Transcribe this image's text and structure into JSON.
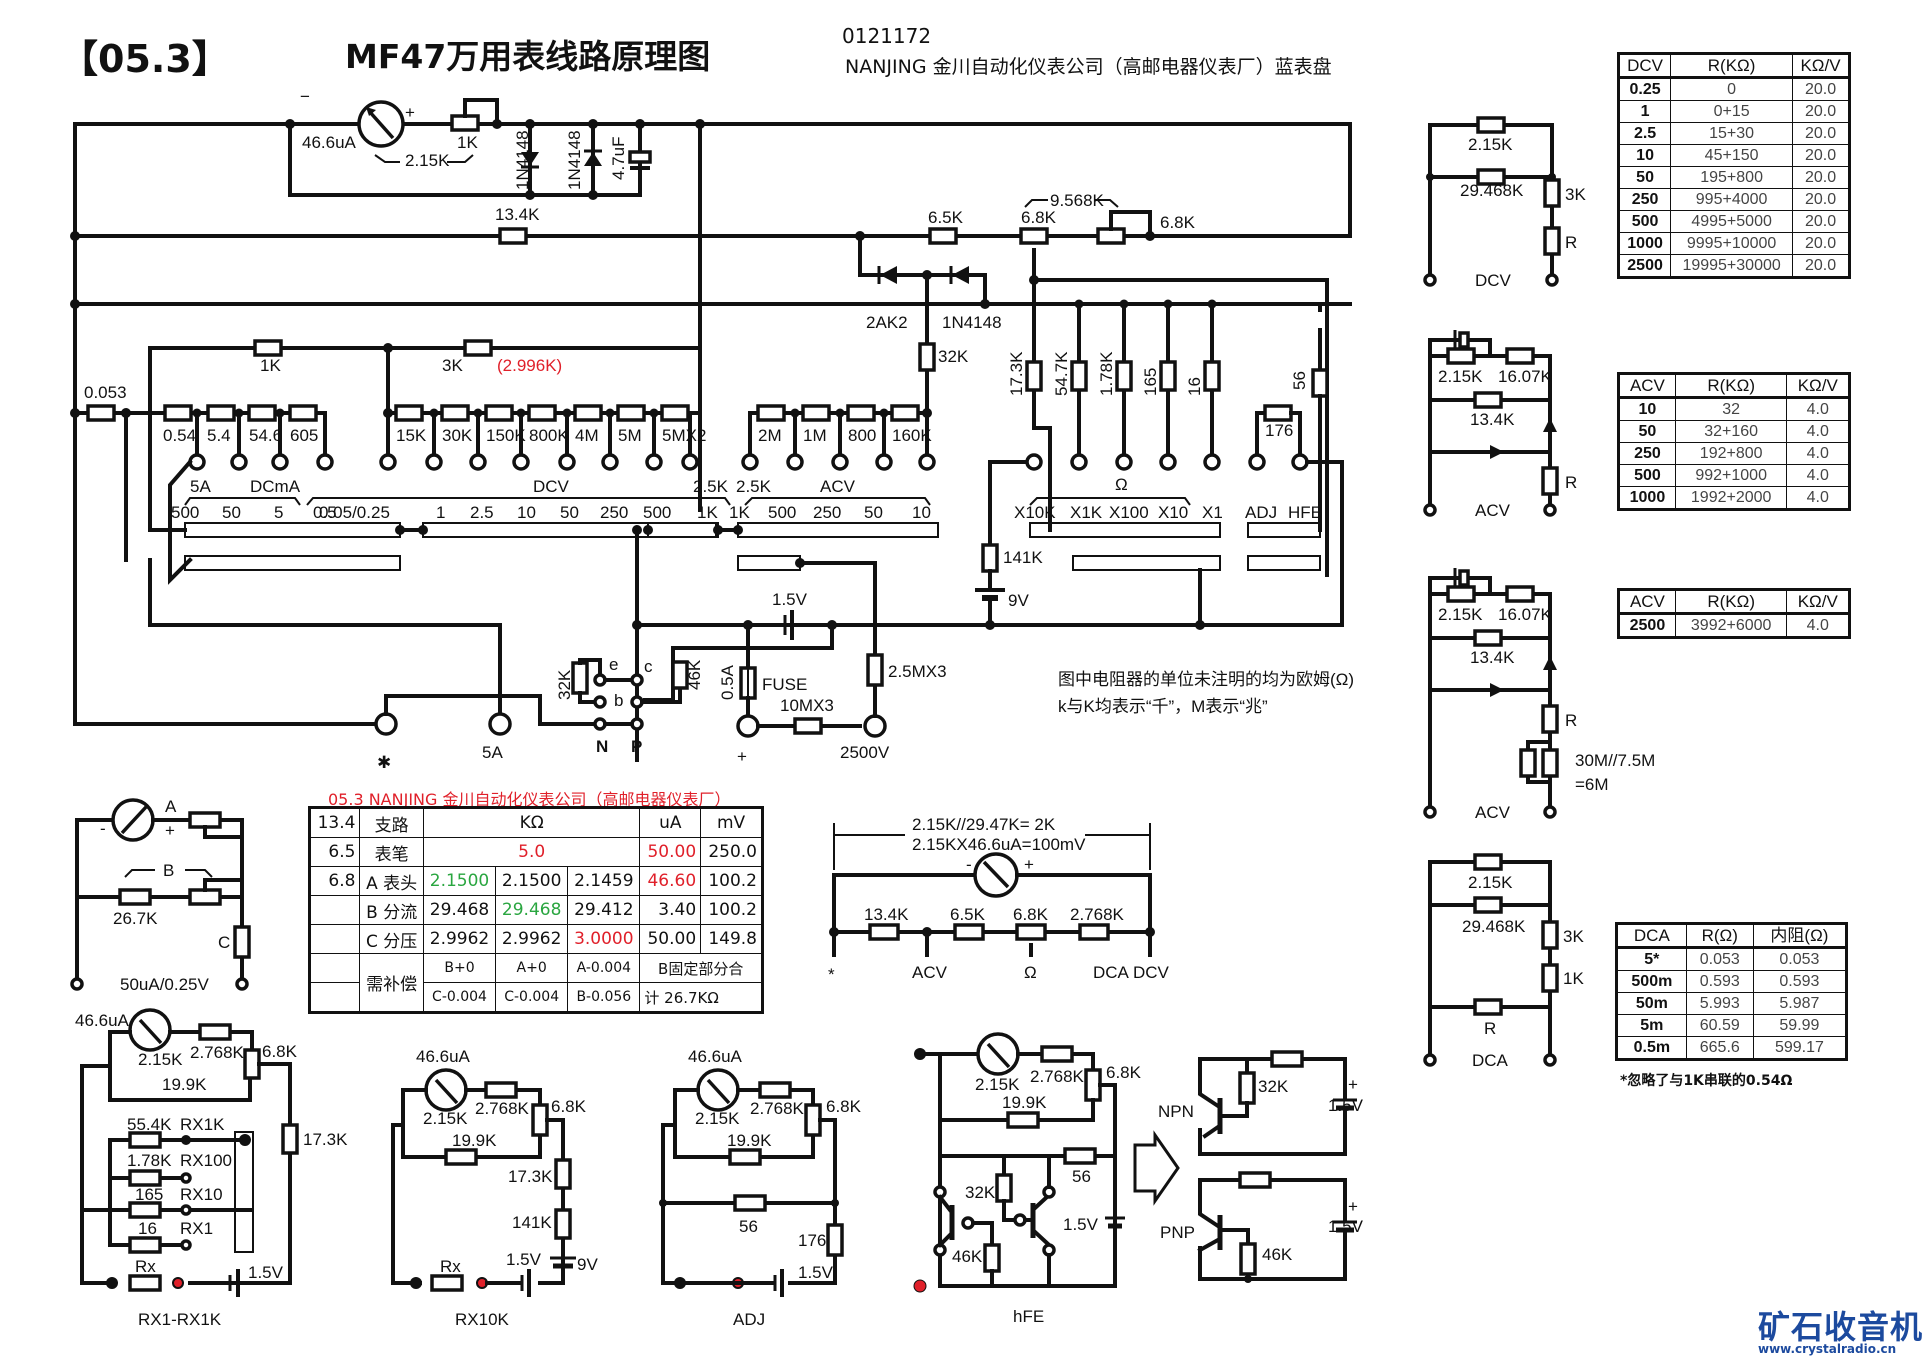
{
  "header": {
    "code": "【05.3】",
    "title": "MF47万用表线路原理图",
    "serial": "0121172",
    "subtitle": "NANJING 金川自动化仪表公司（高邮电器仪表厂）蓝表盘"
  },
  "main_schematic": {
    "meter": {
      "current": "46.6uA",
      "minus": "−",
      "plus": "+",
      "internal": "2.15K"
    },
    "components": {
      "pot_1k": "1K",
      "diode1": "1N4148",
      "diode2": "1N4148",
      "cap": "4.7uF",
      "r_13_4k": "13.4K",
      "r_6_5k": "6.5K",
      "pot_6_8k_a": "6.8K",
      "pot_6_8k_b": "6.8K",
      "pot_span": "9.568K",
      "d_2ak2": "2AK2",
      "d_1n4148": "1N4148",
      "r_32k": "32K",
      "r_1k": "1K",
      "r_3k": "3K",
      "r_3k_note": "(2.996K)",
      "r_0_053": "0.053",
      "shunts": [
        "0.54",
        "5.4",
        "54.6",
        "605"
      ],
      "dcv_res": [
        "15K",
        "30K",
        "150K",
        "800K",
        "4M",
        "5M",
        "5MX2"
      ],
      "acv_res": [
        "2M",
        "1M",
        "800",
        "160K"
      ],
      "ohm_res": [
        "17.3K",
        "54.7K",
        "1.78K",
        "165",
        "16"
      ],
      "r_56": "56",
      "r_176": "176",
      "r_141k": "141K",
      "bat_9v": "9V",
      "bat_1_5v": "1.5V",
      "r_32k_hfe": "32K",
      "r_46k_hfe": "46K",
      "fuse_rating": "0.5A",
      "fuse": "FUSE",
      "r_10mx3": "10MX3",
      "r_2_5mx3": "2.5MX3"
    },
    "switch": {
      "group_labels": {
        "dcma": "DCmA",
        "dcv": "DCV",
        "acv": "ACV",
        "ohm": "Ω",
        "a5": "5A",
        "k25a": "2.5K",
        "k25b": "2.5K"
      },
      "positions": [
        "500",
        "50",
        "5",
        "0.5",
        "0.05/0.25",
        "1",
        "2.5",
        "10",
        "50",
        "250",
        "500",
        "1K",
        "1K",
        "500",
        "250",
        "50",
        "10",
        "X10K",
        "X1K",
        "X100",
        "X10",
        "X1",
        "ADJ",
        "HFE"
      ]
    },
    "terminals": {
      "com": "✱",
      "a5": "5A",
      "n": "N",
      "p": "P",
      "plus": "+",
      "v2500": "2500V",
      "e": "e",
      "c": "c",
      "b": "b"
    },
    "note_line1": "图中电阻器的单位未注明的均为欧姆(Ω)",
    "note_line2": "k与K均表示“千”，M表示“兆”"
  },
  "dcv_table": {
    "headers": [
      "DCV",
      "R(KΩ)",
      "KΩ/V"
    ],
    "rows": [
      [
        "0.25",
        "0",
        "20.0"
      ],
      [
        "1",
        "0+15",
        "20.0"
      ],
      [
        "2.5",
        "15+30",
        "20.0"
      ],
      [
        "10",
        "45+150",
        "20.0"
      ],
      [
        "50",
        "195+800",
        "20.0"
      ],
      [
        "250",
        "995+4000",
        "20.0"
      ],
      [
        "500",
        "4995+5000",
        "20.0"
      ],
      [
        "1000",
        "9995+10000",
        "20.0"
      ],
      [
        "2500",
        "19995+30000",
        "20.0"
      ]
    ]
  },
  "acv_table": {
    "headers": [
      "ACV",
      "R(KΩ)",
      "KΩ/V"
    ],
    "rows": [
      [
        "10",
        "32",
        "4.0"
      ],
      [
        "50",
        "32+160",
        "4.0"
      ],
      [
        "250",
        "192+800",
        "4.0"
      ],
      [
        "500",
        "992+1000",
        "4.0"
      ],
      [
        "1000",
        "1992+2000",
        "4.0"
      ]
    ]
  },
  "acv2500_table": {
    "headers": [
      "ACV",
      "R(KΩ)",
      "KΩ/V"
    ],
    "rows": [
      [
        "2500",
        "3992+6000",
        "4.0"
      ]
    ]
  },
  "dca_table": {
    "headers": [
      "DCA",
      "R(Ω)",
      "内阻(Ω)"
    ],
    "rows": [
      [
        "5*",
        "0.053",
        "0.053"
      ],
      [
        "500m",
        "0.593",
        "0.593"
      ],
      [
        "50m",
        "5.993",
        "5.987"
      ],
      [
        "5m",
        "60.59",
        "59.99"
      ],
      [
        "0.5m",
        "665.6",
        "599.17"
      ]
    ],
    "footnote": "*忽略了与1K串联的0.54Ω"
  },
  "side_circuits": {
    "dcv": {
      "r1": "2.15K",
      "r2": "29.468K",
      "r3": "3K",
      "r4": "R",
      "label": "DCV"
    },
    "acv": {
      "r1": "2.15K",
      "r2": "16.07K",
      "r3": "13.4K",
      "r4": "R",
      "label": "ACV"
    },
    "acv2500": {
      "r1": "2.15K",
      "r2": "16.07K",
      "r3": "13.4K",
      "r4": "R",
      "note1": "30M//7.5M",
      "note2": "=6M",
      "label": "ACV"
    },
    "dca": {
      "r1": "2.15K",
      "r2": "29.468K",
      "r3": "3K",
      "r4": "1K",
      "r5": "R",
      "label": "DCA"
    }
  },
  "calibration": {
    "title": "05.3  NANJING 金川自动化仪表公司（高邮电器仪表厂）",
    "rows": [
      [
        "13.4",
        "支路",
        "KΩ",
        "uA",
        "mV"
      ],
      [
        "6.5",
        "表笔",
        "5.0",
        "50.00",
        "250.0"
      ],
      [
        "6.8",
        "A 表头",
        "2.1500",
        "2.1500",
        "2.1459",
        "46.60",
        "100.2"
      ],
      [
        "",
        "B 分流",
        "29.468",
        "29.468",
        "29.412",
        "3.40",
        "100.2"
      ],
      [
        "",
        "C 分压",
        "2.9962",
        "2.9962",
        "3.0000",
        "50.00",
        "149.8"
      ],
      [
        "",
        "需补偿",
        "B+0",
        "A+0",
        "A-0.004",
        "B固定部分合"
      ],
      [
        "",
        "",
        "C-0.004",
        "C-0.004",
        "B-0.056",
        "计 26.7KΩ"
      ]
    ]
  },
  "abc_circuit": {
    "a": "A",
    "b": "B",
    "c": "C",
    "minus": "-",
    "plus": "+",
    "r": "26.7K",
    "range": "50uA/0.25V"
  },
  "equiv_circuit": {
    "line1": "2.15K//29.47K= 2K",
    "line2": "2.15KX46.6uA=100mV",
    "resistors": [
      "13.4K",
      "6.5K",
      "6.8K",
      "2.768K"
    ],
    "taps": [
      "*",
      "ACV",
      "Ω",
      "DCA",
      "DCV"
    ]
  },
  "rx1_rx1k": {
    "meter": "46.6uA",
    "rm": "2.15K",
    "r1": "2.768K",
    "pot": "6.8K",
    "r2": "19.9K",
    "r3": "17.3K",
    "branches": [
      [
        "55.4K",
        "RX1K"
      ],
      [
        "1.78K",
        "RX100"
      ],
      [
        "165",
        "RX10"
      ],
      [
        "16",
        "RX1"
      ]
    ],
    "rx": "Rx",
    "bat": "1.5V",
    "title": "RX1-RX1K"
  },
  "rx10k": {
    "meter": "46.6uA",
    "rm": "2.15K",
    "r1": "2.768K",
    "pot": "6.8K",
    "r2": "19.9K",
    "r3": "17.3K",
    "r4": "141K",
    "rx": "Rx",
    "bat1": "1.5V",
    "bat2": "9V",
    "title": "RX10K"
  },
  "adj": {
    "meter": "46.6uA",
    "rm": "2.15K",
    "r1": "2.768K",
    "pot": "6.8K",
    "r2": "19.9K",
    "r3": "56",
    "r4": "176",
    "bat": "1.5V",
    "title": "ADJ"
  },
  "hfe": {
    "rm": "2.15K",
    "r1": "2.768K",
    "pot": "6.8K",
    "r2": "19.9K",
    "r3": "56",
    "r4": "32K",
    "r5": "46K",
    "bat": "1.5V",
    "title": "hFE",
    "npn": {
      "label": "NPN",
      "r": "32K",
      "bat": "1.5V"
    },
    "pnp": {
      "label": "PNP",
      "r": "46K",
      "bat": "1.5V"
    }
  },
  "watermark": {
    "cn": "矿石收音机",
    "url": "www.crystalradio.cn",
    "color": "#1c4a9e"
  }
}
